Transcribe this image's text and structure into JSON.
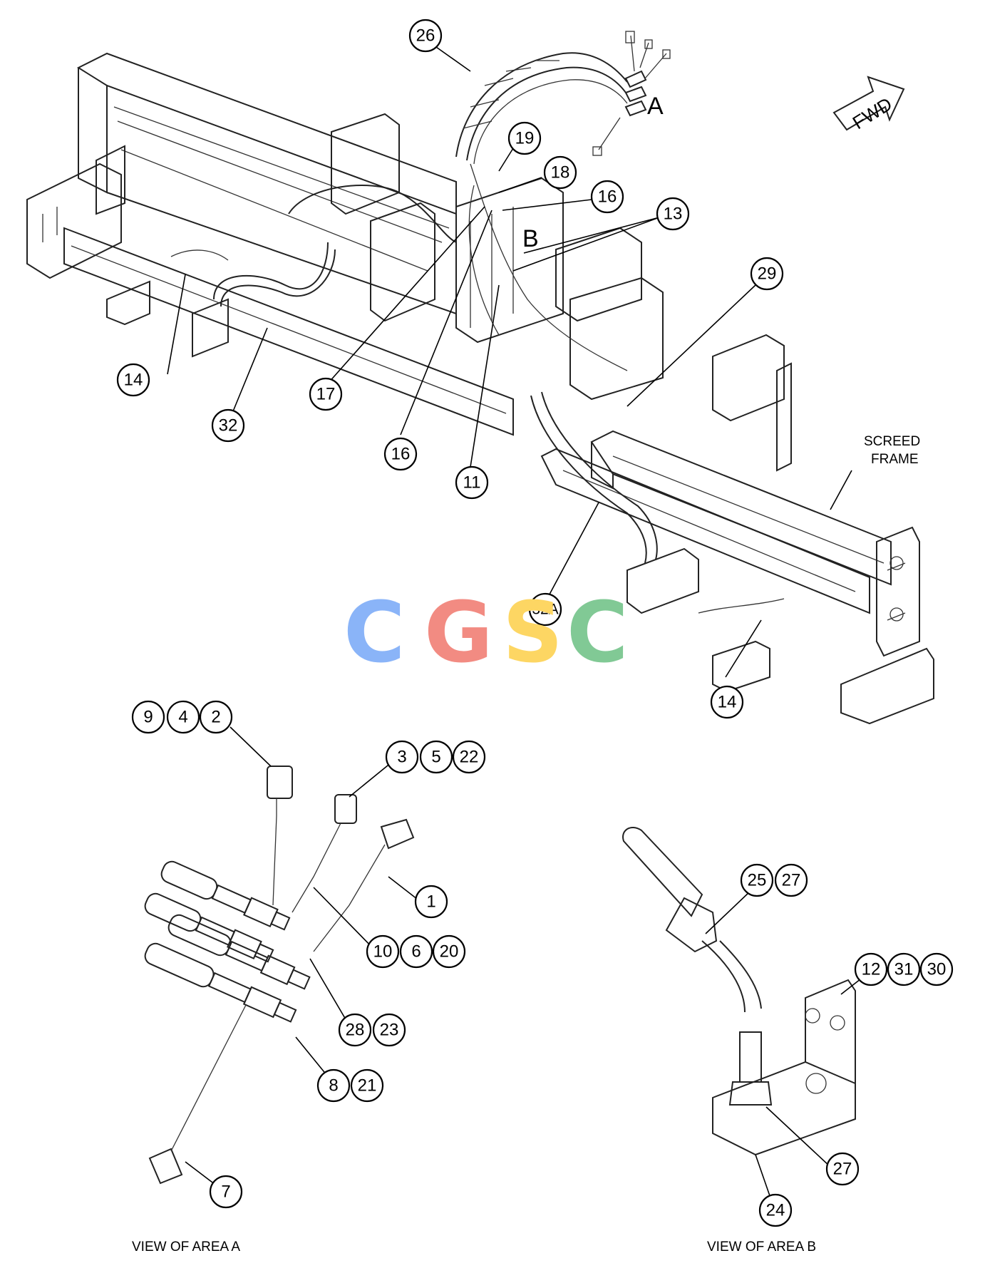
{
  "fwd_label": "FWD",
  "area_labels": {
    "a": "A",
    "b": "B"
  },
  "frame_label": {
    "line1": "SCREED",
    "line2": "FRAME"
  },
  "captions": {
    "view_a": "VIEW OF AREA A",
    "view_b": "VIEW OF AREA B"
  },
  "watermark": {
    "c1": "C",
    "g": "G",
    "s": "S",
    "c2": "C"
  },
  "colors": {
    "watermark_blue": "#8ab4f8",
    "watermark_red": "#f28b82",
    "watermark_yellow": "#fdd663",
    "watermark_green": "#81c995"
  },
  "callouts": [
    {
      "id": "c26",
      "label": "26"
    },
    {
      "id": "c19",
      "label": "19"
    },
    {
      "id": "c18",
      "label": "18"
    },
    {
      "id": "c16a",
      "label": "16"
    },
    {
      "id": "c13",
      "label": "13"
    },
    {
      "id": "c29",
      "label": "29"
    },
    {
      "id": "c14a",
      "label": "14"
    },
    {
      "id": "c32",
      "label": "32"
    },
    {
      "id": "c17",
      "label": "17"
    },
    {
      "id": "c16b",
      "label": "16"
    },
    {
      "id": "c11",
      "label": "11"
    },
    {
      "id": "c32a",
      "label": "32A"
    },
    {
      "id": "c14b",
      "label": "14"
    },
    {
      "id": "c9",
      "label": "9"
    },
    {
      "id": "c4",
      "label": "4"
    },
    {
      "id": "c2",
      "label": "2"
    },
    {
      "id": "c3",
      "label": "3"
    },
    {
      "id": "c5",
      "label": "5"
    },
    {
      "id": "c22",
      "label": "22"
    },
    {
      "id": "c1",
      "label": "1"
    },
    {
      "id": "c10",
      "label": "10"
    },
    {
      "id": "c6",
      "label": "6"
    },
    {
      "id": "c20",
      "label": "20"
    },
    {
      "id": "c28",
      "label": "28"
    },
    {
      "id": "c23",
      "label": "23"
    },
    {
      "id": "c8",
      "label": "8"
    },
    {
      "id": "c21",
      "label": "21"
    },
    {
      "id": "c7",
      "label": "7"
    },
    {
      "id": "c25",
      "label": "25"
    },
    {
      "id": "c27a",
      "label": "27"
    },
    {
      "id": "c12",
      "label": "12"
    },
    {
      "id": "c31",
      "label": "31"
    },
    {
      "id": "c30",
      "label": "30"
    },
    {
      "id": "c27b",
      "label": "27"
    },
    {
      "id": "c24",
      "label": "24"
    }
  ]
}
